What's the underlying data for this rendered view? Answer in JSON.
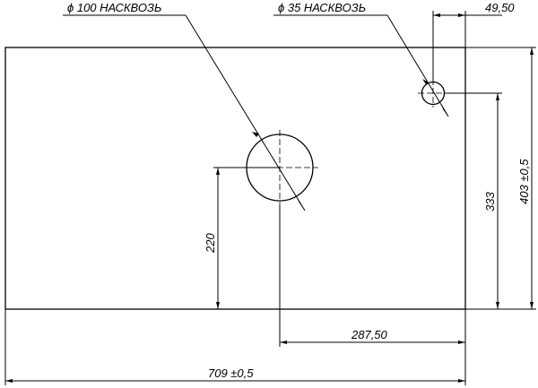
{
  "labels": {
    "hole_large_callout": "ϕ 100 НАСКВОЗЬ",
    "hole_small_callout": "ϕ 35 НАСКВОЗЬ",
    "dim_right_offset": "49,50",
    "dim_overall_height": "403 ±0,5",
    "dim_small_hole_height": "333",
    "dim_large_hole_height": "220",
    "dim_large_hole_offset": "287,50",
    "dim_overall_width": "709 ±0,5"
  }
}
